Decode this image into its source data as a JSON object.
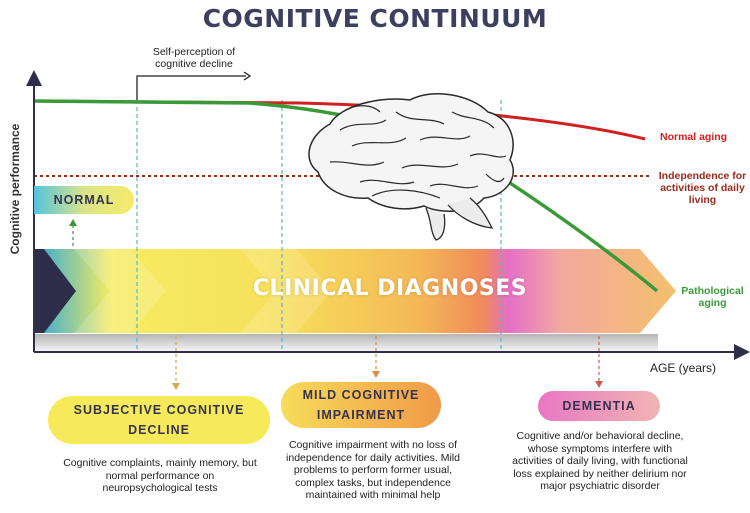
{
  "title": "COGNITIVE CONTINUUM",
  "axes": {
    "y_label": "Cognitive performance",
    "x_label": "AGE (years)"
  },
  "annotations": {
    "self_perception": "Self-perception of cognitive decline",
    "normal_aging": "Normal aging",
    "independence": "Independence for activities of daily living",
    "pathological_aging": "Pathological aging",
    "clinical_diagnoses": "CLINICAL DIAGNOSES"
  },
  "stages": {
    "normal": "NORMAL",
    "subjective": {
      "label": "SUBJECTIVE COGNITIVE DECLINE",
      "description": "Cognitive complaints, mainly memory, but normal performance on neuropsychological tests"
    },
    "mci": {
      "label": "MILD COGNITIVE IMPAIRMENT",
      "description": "Cognitive impairment with no loss of independence for daily activities. Mild problems to perform former usual, complex tasks, but independence maintained with minimal help"
    },
    "dementia": {
      "label": "DEMENTIA",
      "description": "Cognitive and/or behavioral decline, whose symptoms interfere with activities of daily living, with functional loss explained by neither delirium nor major psychiatric disorder"
    }
  },
  "colors": {
    "normal_aging": "#d22020",
    "pathological_aging": "#3a9a38",
    "independence_line": "#9a2a1b",
    "title": "#3c3f5e"
  },
  "icons": {
    "brain": "brain-icon"
  }
}
